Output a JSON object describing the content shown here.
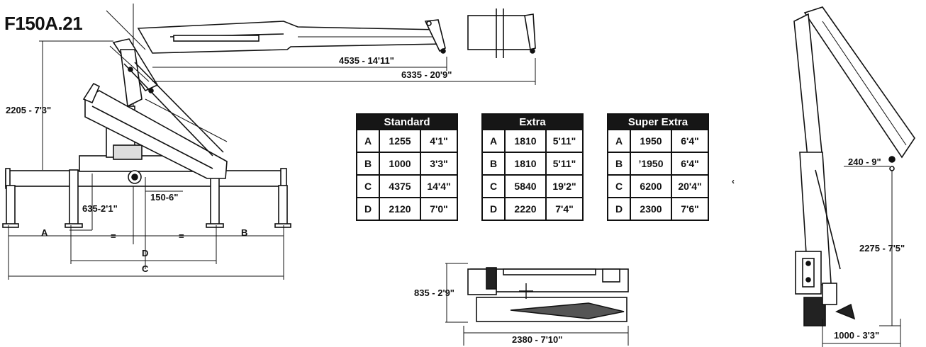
{
  "model": "F150A.21",
  "dimensions": {
    "boom_reach_1": "4535 - 14'11\"",
    "boom_reach_2": "6335 - 20'9\"",
    "height_column": "2205 - 7'3\"",
    "offset_small": "150-6\"",
    "outrigger_offset": "635-2'1\"",
    "dim_a": "A",
    "dim_b": "B",
    "dim_c": "C",
    "dim_d": "D",
    "equal_sign": "=",
    "stowed_height": "835 - 2'9\"",
    "stowed_length": "2380 - 7'10\"",
    "hook_offset": "240 - 9\"",
    "side_height": "2275 - 7'5\"",
    "side_base_width": "1000 - 3'3\""
  },
  "tables": [
    {
      "title": "Standard",
      "rows": [
        {
          "key": "A",
          "mm": "1255",
          "ft": "4'1\""
        },
        {
          "key": "B",
          "mm": "1000",
          "ft": "3'3\""
        },
        {
          "key": "C",
          "mm": "4375",
          "ft": "14'4\""
        },
        {
          "key": "D",
          "mm": "2120",
          "ft": "7'0\""
        }
      ]
    },
    {
      "title": "Extra",
      "rows": [
        {
          "key": "A",
          "mm": "1810",
          "ft": "5'11\""
        },
        {
          "key": "B",
          "mm": "1810",
          "ft": "5'11\""
        },
        {
          "key": "C",
          "mm": "5840",
          "ft": "19'2\""
        },
        {
          "key": "D",
          "mm": "2220",
          "ft": "7'4\""
        }
      ]
    },
    {
      "title": "Super Extra",
      "rows": [
        {
          "key": "A",
          "mm": "1950",
          "ft": "6'4\""
        },
        {
          "key": "B",
          "mm": "’1950",
          "ft": "6'4\""
        },
        {
          "key": "C",
          "mm": "6200",
          "ft": "20'4\""
        },
        {
          "key": "D",
          "mm": "2300",
          "ft": "7'6\""
        }
      ]
    }
  ]
}
